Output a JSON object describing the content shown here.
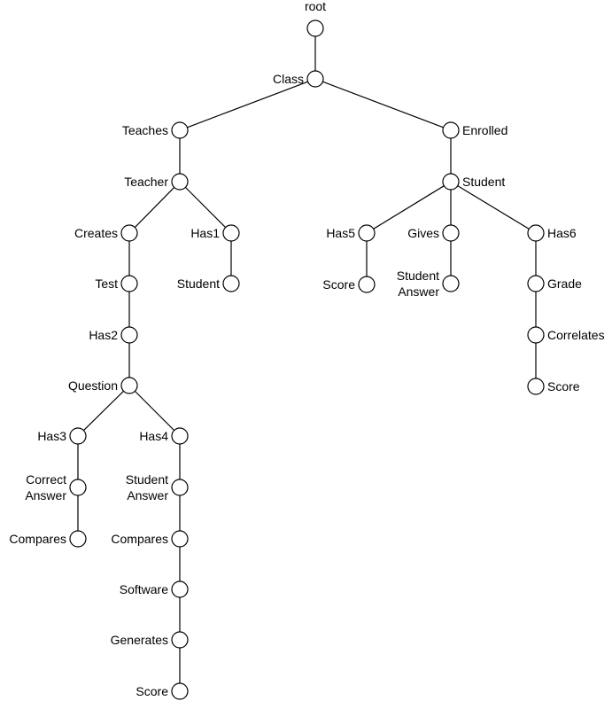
{
  "tree": {
    "nodes": [
      {
        "id": "root",
        "lines": [
          "root"
        ]
      },
      {
        "id": "class",
        "lines": [
          "Class"
        ]
      },
      {
        "id": "teaches",
        "lines": [
          "Teaches"
        ]
      },
      {
        "id": "enrolled",
        "lines": [
          "Enrolled"
        ]
      },
      {
        "id": "teacher",
        "lines": [
          "Teacher"
        ]
      },
      {
        "id": "student_top",
        "lines": [
          "Student"
        ]
      },
      {
        "id": "creates",
        "lines": [
          "Creates"
        ]
      },
      {
        "id": "has1",
        "lines": [
          "Has1"
        ]
      },
      {
        "id": "student_has1",
        "lines": [
          "Student"
        ]
      },
      {
        "id": "test",
        "lines": [
          "Test"
        ]
      },
      {
        "id": "has2",
        "lines": [
          "Has2"
        ]
      },
      {
        "id": "question",
        "lines": [
          "Question"
        ]
      },
      {
        "id": "has3",
        "lines": [
          "Has3"
        ]
      },
      {
        "id": "has4",
        "lines": [
          "Has4"
        ]
      },
      {
        "id": "correct_answer",
        "lines": [
          "Correct",
          "Answer"
        ]
      },
      {
        "id": "compares_left",
        "lines": [
          "Compares"
        ]
      },
      {
        "id": "student_answer_left",
        "lines": [
          "Student",
          "Answer"
        ]
      },
      {
        "id": "compares_mid",
        "lines": [
          "Compares"
        ]
      },
      {
        "id": "software",
        "lines": [
          "Software"
        ]
      },
      {
        "id": "generates",
        "lines": [
          "Generates"
        ]
      },
      {
        "id": "score_bottom",
        "lines": [
          "Score"
        ]
      },
      {
        "id": "has5",
        "lines": [
          "Has5"
        ]
      },
      {
        "id": "gives",
        "lines": [
          "Gives"
        ]
      },
      {
        "id": "has6",
        "lines": [
          "Has6"
        ]
      },
      {
        "id": "score_has5",
        "lines": [
          "Score"
        ]
      },
      {
        "id": "student_answer_right",
        "lines": [
          "Student",
          "Answer"
        ]
      },
      {
        "id": "grade",
        "lines": [
          "Grade"
        ]
      },
      {
        "id": "correlates",
        "lines": [
          "Correlates"
        ]
      },
      {
        "id": "score_right",
        "lines": [
          "Score"
        ]
      }
    ],
    "edges": [
      [
        "root",
        "class"
      ],
      [
        "class",
        "teaches"
      ],
      [
        "class",
        "enrolled"
      ],
      [
        "teaches",
        "teacher"
      ],
      [
        "enrolled",
        "student_top"
      ],
      [
        "teacher",
        "creates"
      ],
      [
        "teacher",
        "has1"
      ],
      [
        "has1",
        "student_has1"
      ],
      [
        "creates",
        "test"
      ],
      [
        "test",
        "has2"
      ],
      [
        "has2",
        "question"
      ],
      [
        "question",
        "has3"
      ],
      [
        "question",
        "has4"
      ],
      [
        "has3",
        "correct_answer"
      ],
      [
        "correct_answer",
        "compares_left"
      ],
      [
        "has4",
        "student_answer_left"
      ],
      [
        "student_answer_left",
        "compares_mid"
      ],
      [
        "compares_mid",
        "software"
      ],
      [
        "software",
        "generates"
      ],
      [
        "generates",
        "score_bottom"
      ],
      [
        "student_top",
        "has5"
      ],
      [
        "student_top",
        "gives"
      ],
      [
        "student_top",
        "has6"
      ],
      [
        "has5",
        "score_has5"
      ],
      [
        "gives",
        "student_answer_right"
      ],
      [
        "has6",
        "grade"
      ],
      [
        "grade",
        "correlates"
      ],
      [
        "correlates",
        "score_right"
      ]
    ]
  }
}
